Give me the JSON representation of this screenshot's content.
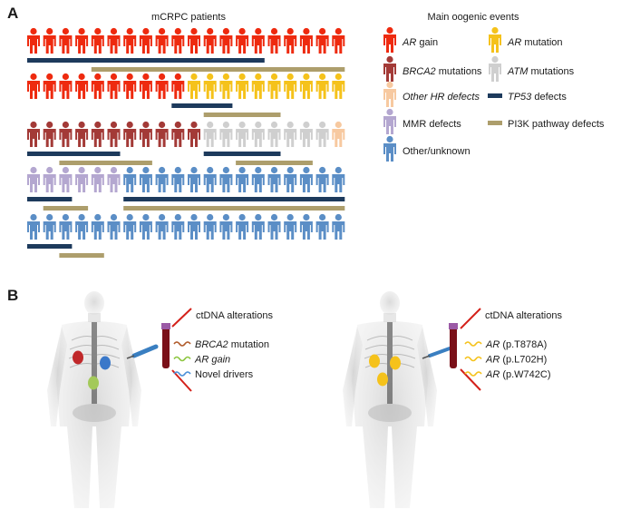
{
  "panel_a": {
    "label": "A",
    "title": "mCRPC patients",
    "legend_title": "Main oogenic events",
    "legend": [
      {
        "prefix": "AR",
        "suffix": " gain",
        "italic_prefix": true,
        "color": "#ee2a0f",
        "kind": "person"
      },
      {
        "prefix": "AR",
        "suffix": " mutation",
        "italic_prefix": true,
        "color": "#f5c21b",
        "kind": "person"
      },
      {
        "prefix": "BRCA2",
        "suffix": " mutations",
        "italic_prefix": true,
        "color": "#a33a37",
        "kind": "person"
      },
      {
        "prefix": "ATM",
        "suffix": " mutations",
        "italic_prefix": true,
        "color": "#cfcfcf",
        "kind": "person"
      },
      {
        "prefix": "Other HR defects",
        "suffix": "",
        "italic_prefix": true,
        "color": "#f7c9a0",
        "kind": "person"
      },
      {
        "prefix": "TP53",
        "suffix": " defects",
        "italic_prefix": true,
        "color": "#1d3a5c",
        "kind": "bar"
      },
      {
        "prefix": "MMR defects",
        "suffix": "",
        "italic_prefix": false,
        "color": "#b4a7d0",
        "kind": "person"
      },
      {
        "prefix": "PI3K pathway defects",
        "suffix": "",
        "italic_prefix": false,
        "color": "#ad9e6c",
        "kind": "bar"
      },
      {
        "prefix": "Other/unknown",
        "suffix": "",
        "italic_prefix": false,
        "color": "#5b8ec6",
        "kind": "person"
      }
    ],
    "rows": [
      {
        "patients": [
          "#ee2a0f",
          "#ee2a0f",
          "#ee2a0f",
          "#ee2a0f",
          "#ee2a0f",
          "#ee2a0f",
          "#ee2a0f",
          "#ee2a0f",
          "#ee2a0f",
          "#ee2a0f",
          "#ee2a0f",
          "#ee2a0f",
          "#ee2a0f",
          "#ee2a0f",
          "#ee2a0f",
          "#ee2a0f",
          "#ee2a0f",
          "#ee2a0f",
          "#ee2a0f",
          "#ee2a0f"
        ],
        "tp53": [
          1,
          15
        ],
        "pi3k": [
          5,
          20
        ]
      },
      {
        "patients": [
          "#ee2a0f",
          "#ee2a0f",
          "#ee2a0f",
          "#ee2a0f",
          "#ee2a0f",
          "#ee2a0f",
          "#ee2a0f",
          "#ee2a0f",
          "#ee2a0f",
          "#ee2a0f",
          "#f5c21b",
          "#f5c21b",
          "#f5c21b",
          "#f5c21b",
          "#f5c21b",
          "#f5c21b",
          "#f5c21b",
          "#f5c21b",
          "#f5c21b",
          "#f5c21b"
        ],
        "tp53": [
          10,
          13
        ],
        "pi3k": [
          12,
          16
        ]
      },
      {
        "patients": [
          "#a33a37",
          "#a33a37",
          "#a33a37",
          "#a33a37",
          "#a33a37",
          "#a33a37",
          "#a33a37",
          "#a33a37",
          "#a33a37",
          "#a33a37",
          "#a33a37",
          "#cfcfcf",
          "#cfcfcf",
          "#cfcfcf",
          "#cfcfcf",
          "#cfcfcf",
          "#cfcfcf",
          "#cfcfcf",
          "#cfcfcf",
          "#f7c9a0"
        ],
        "tp53": [
          1,
          6
        ],
        "tp53b": [
          12,
          16
        ],
        "pi3k": [
          3,
          8
        ],
        "pi3kb": [
          14,
          18
        ]
      },
      {
        "patients": [
          "#b4a7d0",
          "#b4a7d0",
          "#b4a7d0",
          "#b4a7d0",
          "#b4a7d0",
          "#b4a7d0",
          "#5b8ec6",
          "#5b8ec6",
          "#5b8ec6",
          "#5b8ec6",
          "#5b8ec6",
          "#5b8ec6",
          "#5b8ec6",
          "#5b8ec6",
          "#5b8ec6",
          "#5b8ec6",
          "#5b8ec6",
          "#5b8ec6",
          "#5b8ec6",
          "#5b8ec6"
        ],
        "tp53": [
          1,
          3
        ],
        "tp53b": [
          7,
          20
        ],
        "pi3k": [
          2,
          4
        ],
        "pi3kb": [
          7,
          20
        ]
      },
      {
        "patients": [
          "#5b8ec6",
          "#5b8ec6",
          "#5b8ec6",
          "#5b8ec6",
          "#5b8ec6",
          "#5b8ec6",
          "#5b8ec6",
          "#5b8ec6",
          "#5b8ec6",
          "#5b8ec6",
          "#5b8ec6",
          "#5b8ec6",
          "#5b8ec6",
          "#5b8ec6",
          "#5b8ec6",
          "#5b8ec6",
          "#5b8ec6",
          "#5b8ec6",
          "#5b8ec6",
          "#5b8ec6"
        ],
        "tp53": [
          1,
          3
        ],
        "pi3k": [
          3,
          5
        ]
      }
    ]
  },
  "panel_b": {
    "label": "B",
    "left": {
      "heading": "ctDNA alterations",
      "items": [
        {
          "text": "BRCA2",
          "suffix": " mutation",
          "italic": true,
          "color": "#b05a2a"
        },
        {
          "text": "AR gain",
          "suffix": "",
          "italic": true,
          "color": "#8cc63f"
        },
        {
          "text": "Novel drivers",
          "suffix": "",
          "italic": false,
          "color": "#4a90d9"
        }
      ],
      "lesions": [
        "#c0282a",
        "#3a78c9",
        "#a3c95a"
      ]
    },
    "right": {
      "heading": "ctDNA alterations",
      "items": [
        {
          "text": "AR",
          "suffix": " (p.T878A)",
          "italic": true,
          "color": "#f5c21b"
        },
        {
          "text": "AR",
          "suffix": " (p.L702H)",
          "italic": true,
          "color": "#f5c21b"
        },
        {
          "text": "AR",
          "suffix": " (p.W742C)",
          "italic": true,
          "color": "#f5c21b"
        }
      ],
      "lesions": [
        "#f5c21b",
        "#f5c21b",
        "#f5c21b"
      ]
    }
  }
}
